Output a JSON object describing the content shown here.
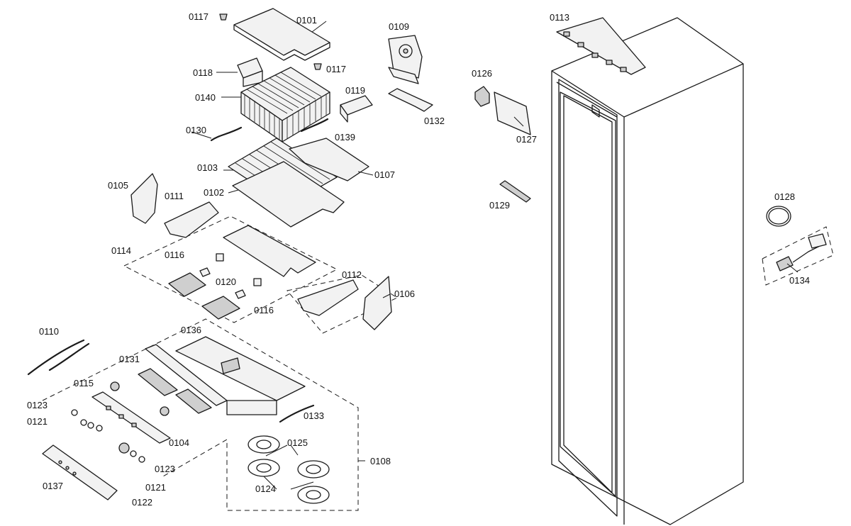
{
  "labels": {
    "l0101": "0101",
    "l0102": "0102",
    "l0103": "0103",
    "l0104": "0104",
    "l0105": "0105",
    "l0106": "0106",
    "l0107": "0107",
    "l0108": "0108",
    "l0109": "0109",
    "l0110": "0110",
    "l0111": "0111",
    "l0112": "0112",
    "l0113": "0113",
    "l0114": "0114",
    "l0115": "0115",
    "l0116a": "0116",
    "l0116b": "0116",
    "l0117a": "0117",
    "l0117b": "0117",
    "l0118": "0118",
    "l0119": "0119",
    "l0120": "0120",
    "l0121a": "0121",
    "l0121b": "0121",
    "l0122": "0122",
    "l0123a": "0123",
    "l0123b": "0123",
    "l0124": "0124",
    "l0125": "0125",
    "l0126": "0126",
    "l0127": "0127",
    "l0128": "0128",
    "l0129": "0129",
    "l0130": "0130",
    "l0131": "0131",
    "l0132": "0132",
    "l0133": "0133",
    "l0134": "0134",
    "l0136": "0136",
    "l0137": "0137",
    "l0139": "0139",
    "l0140": "0140"
  }
}
